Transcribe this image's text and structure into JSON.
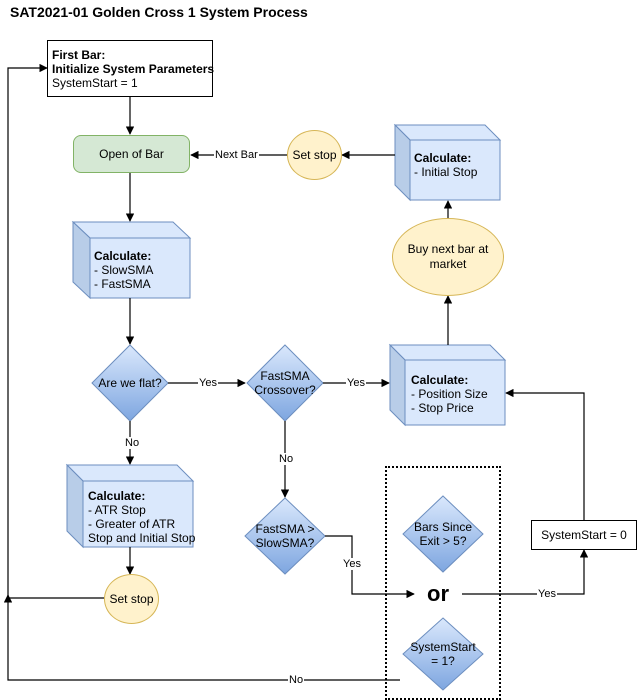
{
  "title": "SAT2021-01 Golden Cross 1 System Process",
  "first_bar": {
    "line1": "First Bar:",
    "line2": "Initialize System Parameters",
    "line3": "SystemStart = 1"
  },
  "open_of_bar": "Open of Bar",
  "set_stop_top": "Set stop",
  "next_bar_label": "Next Bar",
  "calc_initial_stop": {
    "heading": "Calculate:",
    "line1": "- Initial Stop"
  },
  "calc_sma": {
    "heading": "Calculate:",
    "line1": "- SlowSMA",
    "line2": "- FastSMA"
  },
  "buy_next_bar": "Buy next bar at market",
  "are_we_flat": "Are we flat?",
  "fast_sma_crossover": "FastSMA Crossover?",
  "calc_position": {
    "heading": "Calculate:",
    "line1": "- Position Size",
    "line2": "- Stop Price"
  },
  "calc_atr": {
    "heading": "Calculate:",
    "line1": "- ATR Stop",
    "line2": "- Greater of ATR",
    "line3": "Stop and Initial Stop"
  },
  "fast_gt_slow": "FastSMA > SlowSMA?",
  "bars_since_exit": "Bars Since Exit > 5?",
  "system_start_1": "SystemStart = 1?",
  "or_label": "or",
  "system_start_0": "SystemStart = 0",
  "set_stop_bottom": "Set stop",
  "labels": {
    "yes1": "Yes",
    "yes2": "Yes",
    "no1": "No",
    "no2": "No",
    "yes3": "Yes",
    "yes4": "Yes",
    "no3": "No"
  },
  "colors": {
    "green_fill": "#d5e8d4",
    "green_stroke": "#82b366",
    "blue_fill": "#dae8fc",
    "blue_stroke": "#6c8ebf",
    "yellow_fill": "#fff2cc",
    "yellow_stroke": "#d6b656",
    "diamond_top": "#dae8fc",
    "diamond_bottom": "#7ea6e0"
  }
}
